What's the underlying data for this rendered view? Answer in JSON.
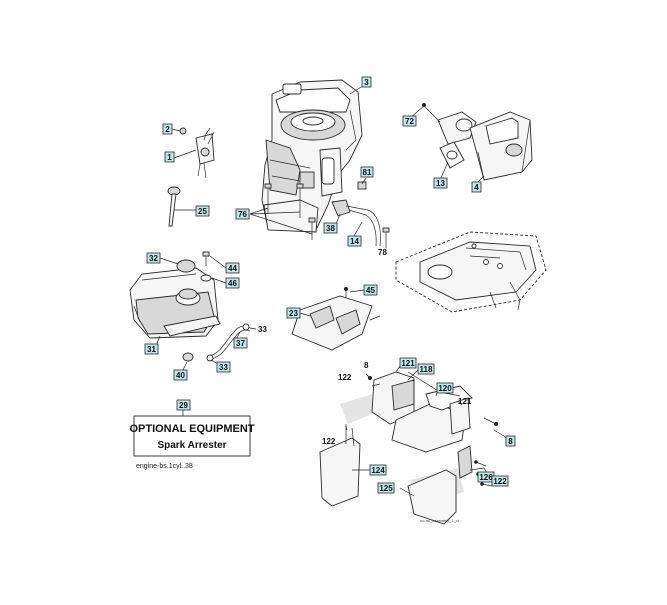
{
  "optional_box": {
    "title": "OPTIONAL EQUIPMENT",
    "subtitle": "Spark Arrester"
  },
  "footer_ref": "engine-bs.1cyl..38",
  "small_ref": "no-ml_assembly_1_cl",
  "callouts": [
    {
      "id": "c3",
      "label": "3"
    },
    {
      "id": "c2",
      "label": "2"
    },
    {
      "id": "c1",
      "label": "1"
    },
    {
      "id": "c72",
      "label": "72"
    },
    {
      "id": "c13",
      "label": "13"
    },
    {
      "id": "c4",
      "label": "4"
    },
    {
      "id": "c81",
      "label": "81"
    },
    {
      "id": "c25",
      "label": "25"
    },
    {
      "id": "c76",
      "label": "76"
    },
    {
      "id": "c38",
      "label": "38"
    },
    {
      "id": "c14",
      "label": "14"
    },
    {
      "id": "c32",
      "label": "32"
    },
    {
      "id": "c44",
      "label": "44"
    },
    {
      "id": "c46",
      "label": "46"
    },
    {
      "id": "c45",
      "label": "45"
    },
    {
      "id": "c23",
      "label": "23"
    },
    {
      "id": "c31",
      "label": "31"
    },
    {
      "id": "c37",
      "label": "37"
    },
    {
      "id": "c40",
      "label": "40"
    },
    {
      "id": "c33b",
      "label": "33"
    },
    {
      "id": "c121a",
      "label": "121"
    },
    {
      "id": "c118",
      "label": "118"
    },
    {
      "id": "c120",
      "label": "120"
    },
    {
      "id": "c29",
      "label": "29"
    },
    {
      "id": "c124",
      "label": "124"
    },
    {
      "id": "c126",
      "label": "126"
    },
    {
      "id": "c122c",
      "label": "122"
    },
    {
      "id": "c125",
      "label": "125"
    },
    {
      "id": "c8b",
      "label": "8"
    }
  ],
  "plain_labels": [
    {
      "id": "p78",
      "label": "78"
    },
    {
      "id": "p33a",
      "label": "33"
    },
    {
      "id": "p8a",
      "label": "8"
    },
    {
      "id": "p122a",
      "label": "122"
    },
    {
      "id": "p121b",
      "label": "121"
    },
    {
      "id": "p122b",
      "label": "122"
    }
  ]
}
